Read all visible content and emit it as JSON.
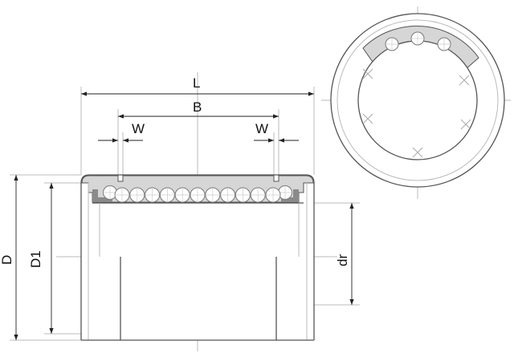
{
  "labels": {
    "L": "L",
    "B": "B",
    "W_left": "W",
    "W_right": "W",
    "D": "D",
    "D1": "D1",
    "dr": "dr"
  },
  "colors": {
    "line": "#555555",
    "sleeve": "#d6d6d6",
    "retainer": "#8a8a8a",
    "centerline": "#bbbbbb"
  }
}
